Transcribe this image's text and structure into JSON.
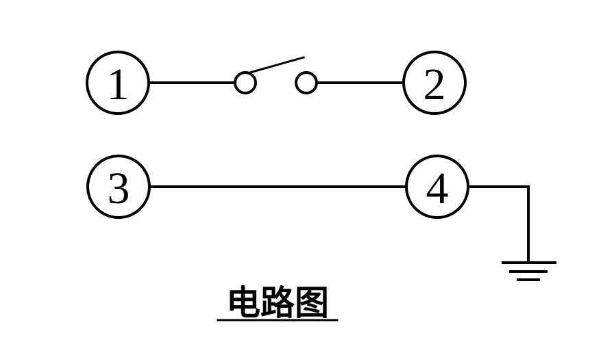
{
  "terminals": [
    {
      "id": "t1",
      "label": "1"
    },
    {
      "id": "t2",
      "label": "2"
    },
    {
      "id": "t3",
      "label": "3"
    },
    {
      "id": "t4",
      "label": "4"
    }
  ],
  "caption": "电路图",
  "colors": {
    "stroke": "#000000",
    "background": "#ffffff"
  }
}
